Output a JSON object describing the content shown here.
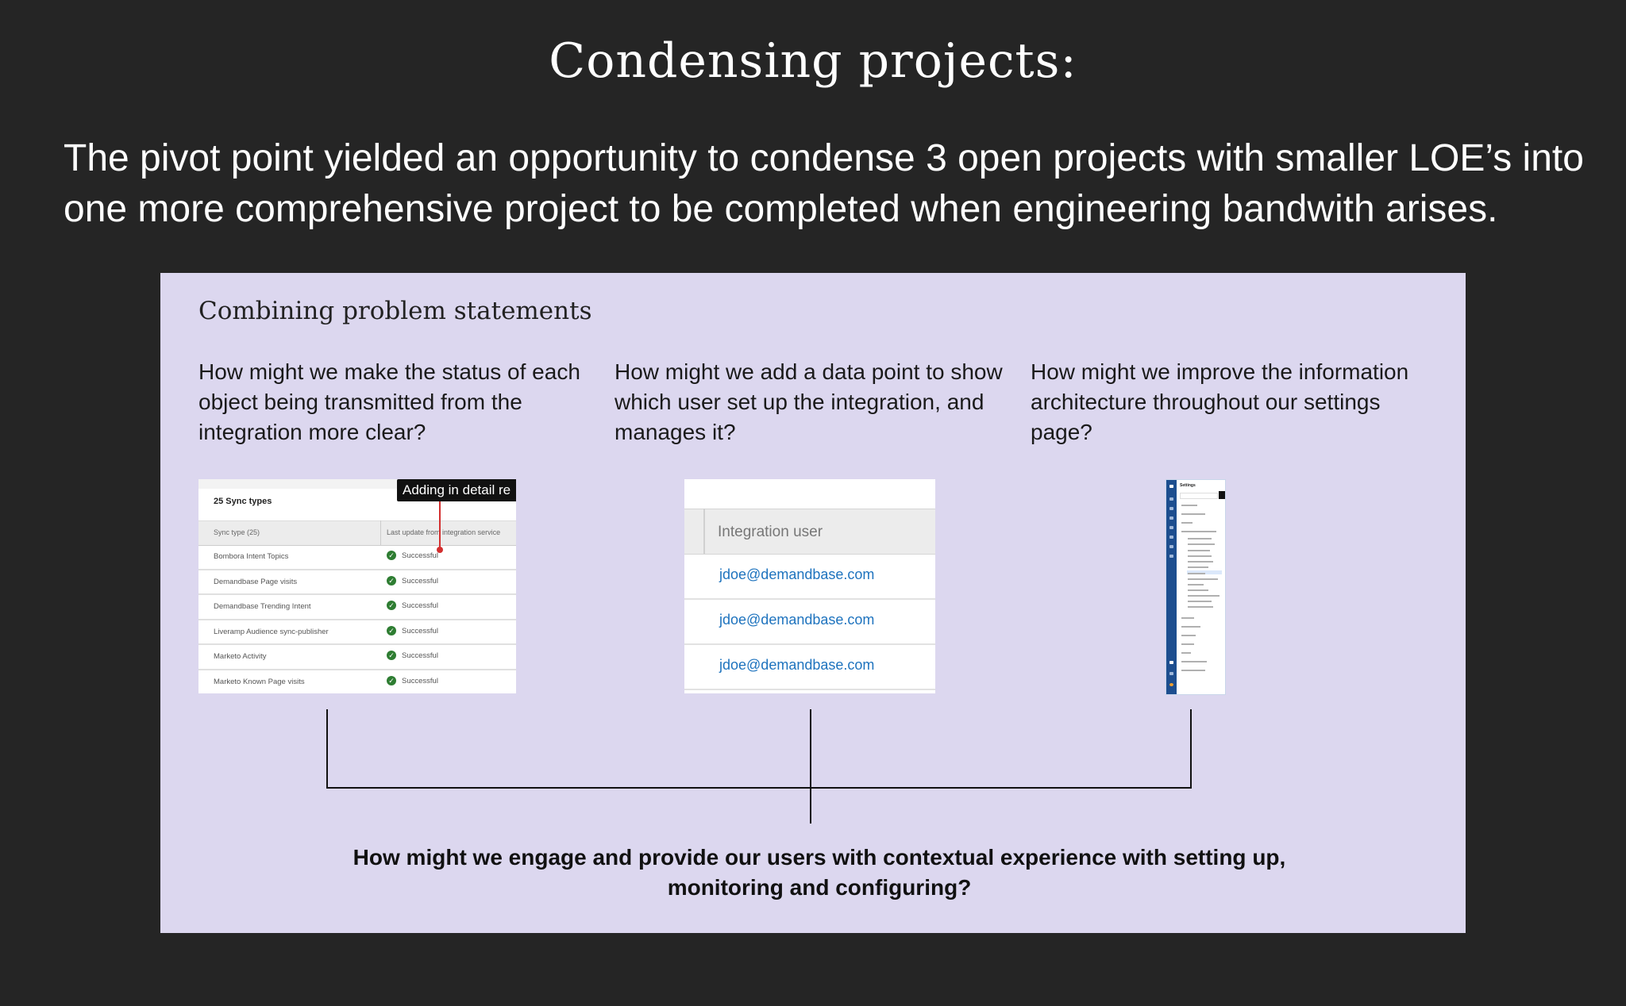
{
  "header": {
    "title": "Condensing projects:",
    "intro": "The pivot point yielded an opportunity to condense 3 open projects with smaller LOE’s into one more comprehensive project to be completed when engineering bandwith arises."
  },
  "panel": {
    "title": "Combining problem statements",
    "background": "#dcd7ef",
    "questions": [
      "How might we make the status of each object being transmitted from the integration more clear?",
      "How might we add a data point to show which user set up the integration, and manages it?",
      "How might we improve the information architecture throughout our settings page?"
    ],
    "summary": "How might we engage and provide our users with contextual experience with setting up, monitoring and configuring?"
  },
  "sync_table": {
    "heading": "25 Sync types",
    "columns": [
      "Sync type (25)",
      "Last update from integration service"
    ],
    "tooltip": "Adding in detail re",
    "rows": [
      {
        "name": "Bombora Intent Topics",
        "status": "Successful"
      },
      {
        "name": "Demandbase Page visits",
        "status": "Successful"
      },
      {
        "name": "Demandbase Trending Intent",
        "status": "Successful"
      },
      {
        "name": "Liveramp Audience sync-publisher",
        "status": "Successful"
      },
      {
        "name": "Marketo Activity",
        "status": "Successful"
      },
      {
        "name": "Marketo Known Page visits",
        "status": "Successful"
      }
    ],
    "status_color": "#2e7d32",
    "pointer_color": "#d32f2f"
  },
  "integration_table": {
    "header": "Integration user",
    "users": [
      "jdoe@demandbase.com",
      "jdoe@demandbase.com",
      "jdoe@demandbase.com"
    ],
    "link_color": "#1e73be"
  },
  "settings_thumbnail": {
    "title": "Settings",
    "rail_color": "#1d4e8f"
  }
}
